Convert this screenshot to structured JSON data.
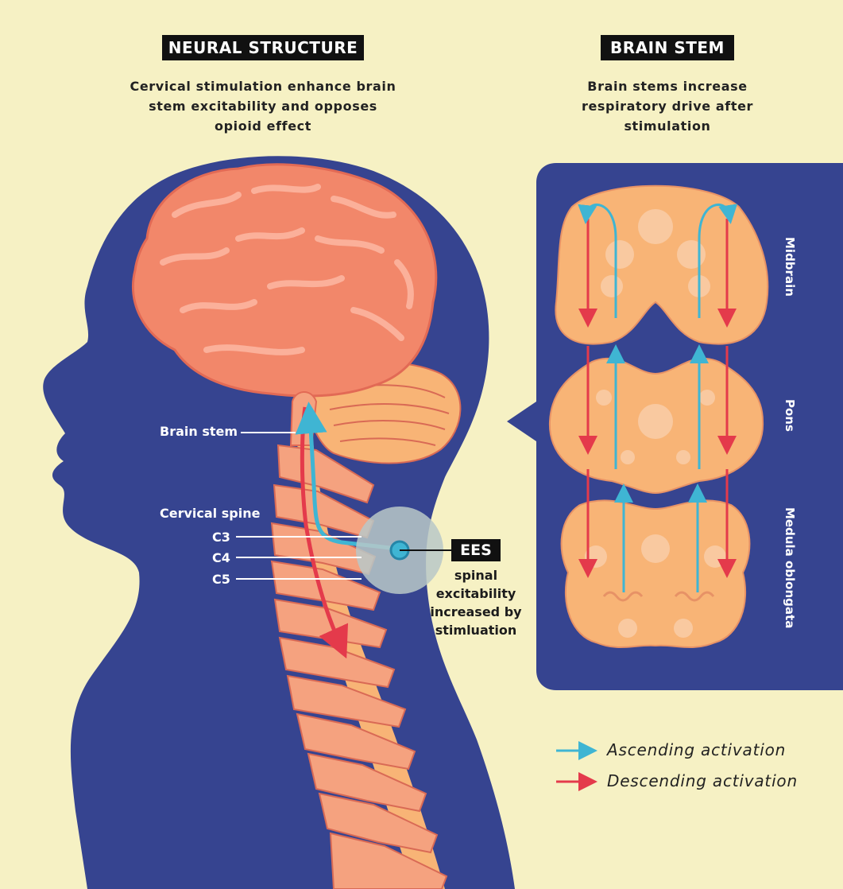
{
  "left_panel": {
    "heading": "NEURAL STRUCTURE",
    "subtitle": "Cervical stimulation enhance brain stem excitability and opposes opioid effect"
  },
  "right_panel": {
    "heading": "BRAIN STEM",
    "subtitle": "Brain stems increase respiratory drive after stimulation"
  },
  "labels": {
    "brain_stem": "Brain stem",
    "cervical_spine": "Cervical spine",
    "c3": "C3",
    "c4": "C4",
    "c5": "C5"
  },
  "ees": {
    "label": "EES",
    "description": "spinal excitability increased by stimluation"
  },
  "brainstem_sections": [
    "Midbrain",
    "Pons",
    "Medula oblongata"
  ],
  "legend": [
    {
      "label": "Ascending activation",
      "color": "#3fb5d3",
      "icon": "arrow-right-icon"
    },
    {
      "label": "Descending activation",
      "color": "#e43a4b",
      "icon": "arrow-right-icon"
    }
  ],
  "colors": {
    "background": "#f6f1c4",
    "silhouette": "#364490",
    "brain": "#f2876a",
    "spine": "#f5a27f",
    "ascending": "#3fb5d3",
    "descending": "#e43a4b"
  }
}
